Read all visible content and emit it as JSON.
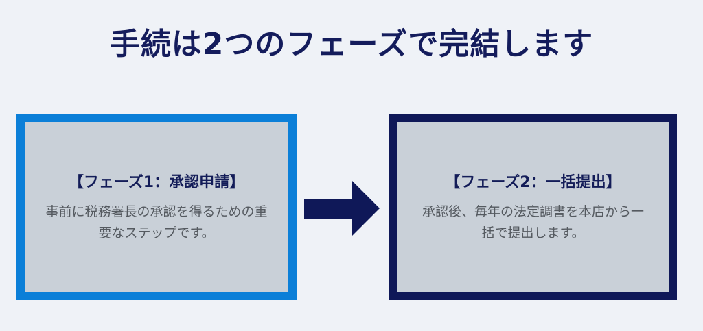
{
  "title": "手続は2つのフェーズで完結します",
  "phases": [
    {
      "heading": "【フェーズ1：承認申請】",
      "body": "事前に税務署長の承認を得るための重要なステップです。"
    },
    {
      "heading": "【フェーズ2：一括提出】",
      "body": "承認後、毎年の法定調書を本店から一括で提出します。"
    }
  ],
  "colors": {
    "phase1_border": "#0b7fd8",
    "phase2_border": "#0f1858",
    "arrow": "#0f1858"
  }
}
